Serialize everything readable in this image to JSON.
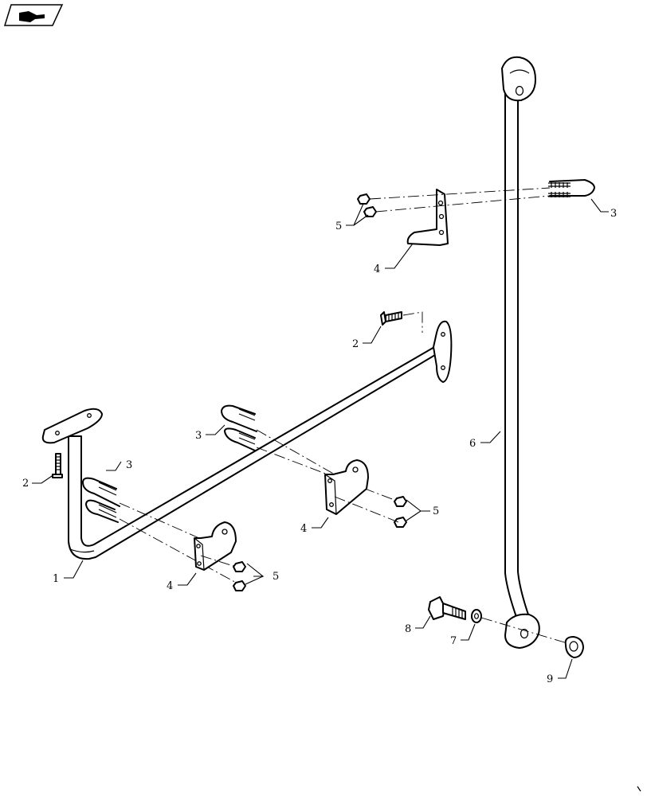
{
  "callouts": {
    "c1": "1",
    "c2a": "2",
    "c2b": "2",
    "c3a": "3",
    "c3b": "3",
    "c3c": "3",
    "c4a": "4",
    "c4b": "4",
    "c4c": "4",
    "c5a": "5",
    "c5b": "5",
    "c5c": "5",
    "c6": "6",
    "c7": "7",
    "c8": "8",
    "c9": "9"
  },
  "icons": {
    "corner": "pointing-hand-icon"
  },
  "colors": {
    "line": "#000000",
    "background": "#ffffff"
  }
}
